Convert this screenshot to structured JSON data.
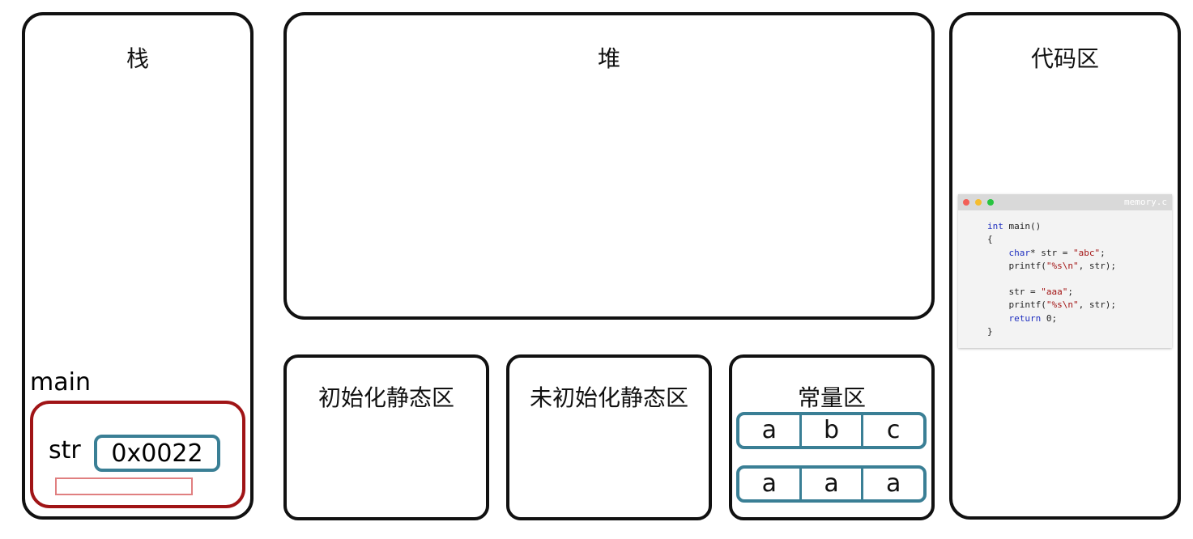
{
  "stack": {
    "title": "栈",
    "frame_label": "main",
    "var_name": "str",
    "var_value": "0x0022"
  },
  "heap": {
    "title": "堆"
  },
  "init_static": {
    "title": "初始化静态区"
  },
  "uninit_static": {
    "title": "未初始化静态区"
  },
  "constants": {
    "title": "常量区",
    "rows": [
      [
        "a",
        "b",
        "c"
      ],
      [
        "a",
        "a",
        "a"
      ]
    ]
  },
  "code_area": {
    "title": "代码区",
    "filename": "memory.c",
    "lines": [
      [
        {
          "t": "int",
          "c": "kw"
        },
        {
          "t": " main()"
        }
      ],
      [
        {
          "t": "{"
        }
      ],
      [
        {
          "t": "    "
        },
        {
          "t": "char",
          "c": "kw"
        },
        {
          "t": "* str = "
        },
        {
          "t": "\"abc\"",
          "c": "st"
        },
        {
          "t": ";"
        }
      ],
      [
        {
          "t": "    printf("
        },
        {
          "t": "\"%s\\n\"",
          "c": "st"
        },
        {
          "t": ", str);"
        }
      ],
      [
        {
          "t": ""
        }
      ],
      [
        {
          "t": "    str = "
        },
        {
          "t": "\"aaa\"",
          "c": "st"
        },
        {
          "t": ";"
        }
      ],
      [
        {
          "t": "    printf("
        },
        {
          "t": "\"%s\\n\"",
          "c": "st"
        },
        {
          "t": ", str);"
        }
      ],
      [
        {
          "t": "    "
        },
        {
          "t": "return",
          "c": "kw"
        },
        {
          "t": " 0;"
        }
      ],
      [
        {
          "t": "}"
        }
      ]
    ]
  }
}
